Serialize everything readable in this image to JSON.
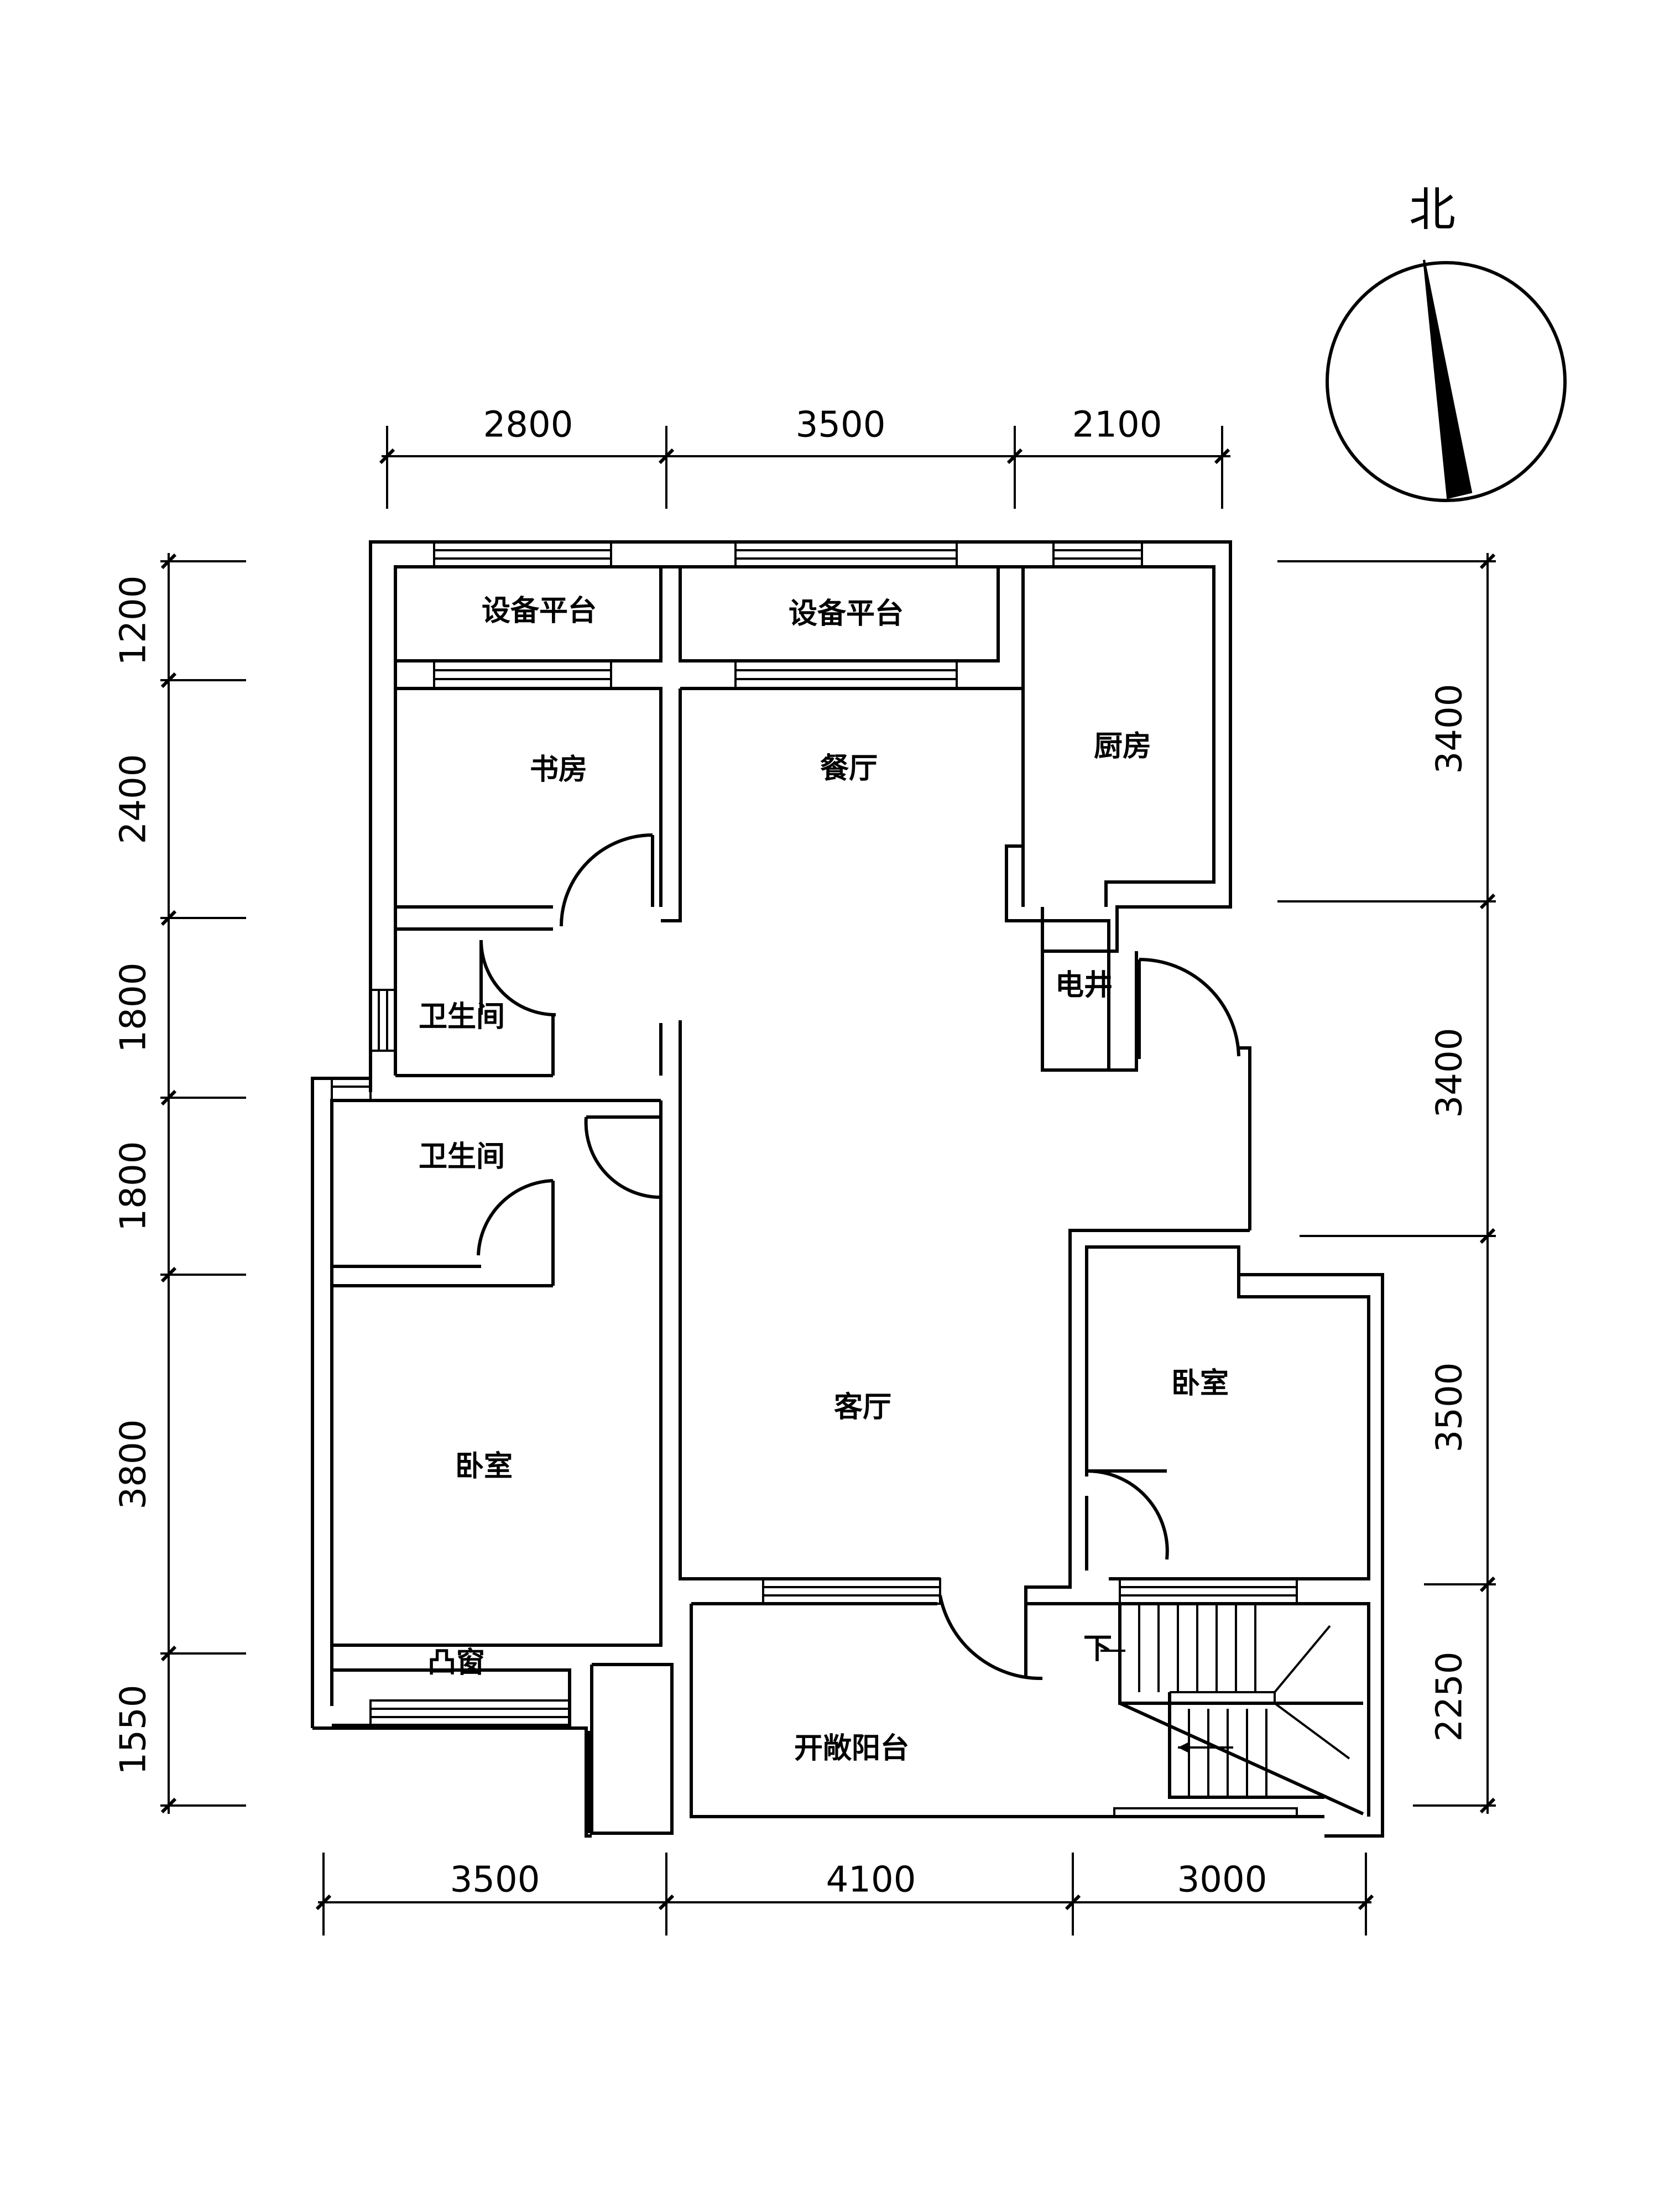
{
  "compass": {
    "label": "北"
  },
  "rooms": {
    "equipment_platform_left": "设备平台",
    "equipment_platform_mid": "设备平台",
    "study": "书房",
    "dining": "餐厅",
    "kitchen": "厨房",
    "electric_shaft": "电井",
    "bathroom_upper": "卫生间",
    "bathroom_lower": "卫生间",
    "bedroom_left": "卧室",
    "living_room": "客厅",
    "bedroom_right": "卧室",
    "bay_window": "凸窗",
    "open_balcony": "开敞阳台",
    "stair_down": "下"
  },
  "dimensions": {
    "top": [
      "2800",
      "3500",
      "2100"
    ],
    "bottom": [
      "3500",
      "4100",
      "3000"
    ],
    "left": [
      "1200",
      "2400",
      "1800",
      "1800",
      "3800",
      "1550"
    ],
    "right": [
      "3400",
      "3400",
      "3500",
      "2250"
    ]
  }
}
